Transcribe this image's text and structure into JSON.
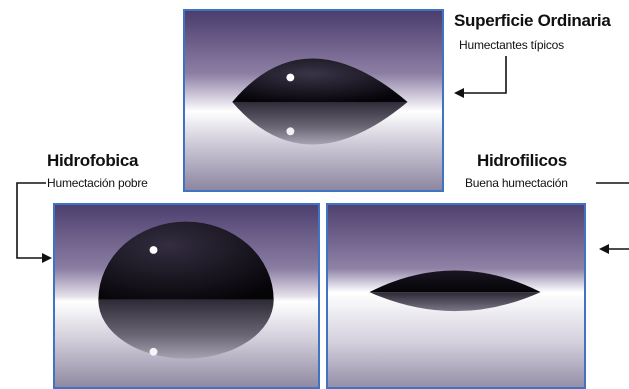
{
  "ordinary": {
    "title": "Superficie Ordinaria",
    "subtitle": "Humectantes típicos"
  },
  "hydrophobic": {
    "title": "Hidrofobica",
    "subtitle": "Humectación pobre"
  },
  "hydrophilic": {
    "title": "Hidrofilicos",
    "subtitle": "Buena humectación"
  }
}
